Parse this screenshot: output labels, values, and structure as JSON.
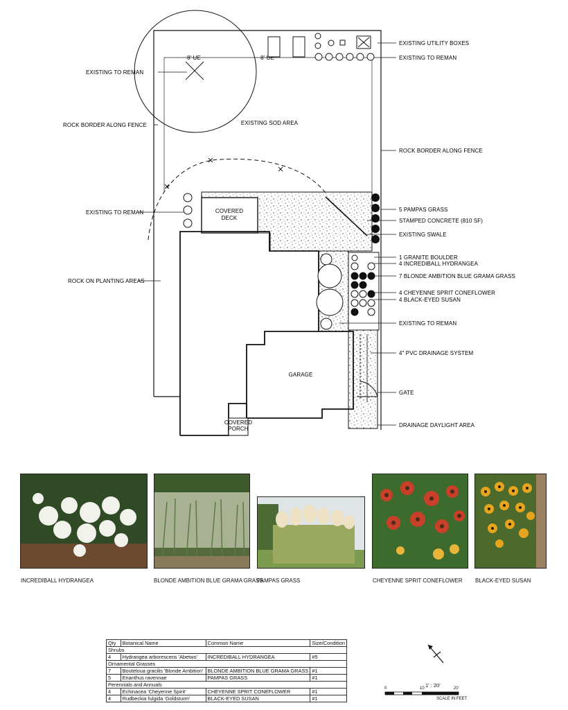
{
  "plan": {
    "labels_right": [
      "EXISTING UTILITY BOXES",
      "EXISTING TO REMAN",
      "ROCK BORDER ALONG FENCE",
      "5 PAMPAS GRASS",
      "STAMPED CONCRETE (810 SF)",
      "EXISTING SWALE",
      "1 GRANITE BOULDER",
      "4 INCREDIBALL HYDRANGEA",
      "7 BLONDE AMBITION BLUE GRAMA GRASS",
      "4 CHEYENNE SPRIT CONEFLOWER",
      "4 BLACK-EYED SUSAN",
      "EXISTING TO REMAN",
      "4\" PVC DRAINAGE SYSTEM",
      "GATE",
      "DRAINAGE DAYLIGHT AREA"
    ],
    "labels_left": [
      "EXISTING TO REMAN",
      "ROCK BORDER ALONG FENCE",
      "EXISTING TO REMAN",
      "ROCK ON PLANTING AREAS"
    ],
    "ue_left": "8' UE",
    "ue_right": "8' UE",
    "sod_area": "EXISTING SOD AREA",
    "deck": [
      "COVERED",
      "DECK"
    ],
    "garage": "GARAGE",
    "porch": [
      "COVERED",
      "PORCH"
    ]
  },
  "photos": [
    {
      "caption": "INCREDIBALL HYDRANGEA"
    },
    {
      "caption": "BLONDE AMBITION BLUE GRAMA GRASS"
    },
    {
      "caption": "PAMPAS GRASS"
    },
    {
      "caption": "CHEYENNE SPRIT CONEFLOWER"
    },
    {
      "caption": "BLACK-EYED SUSAN"
    }
  ],
  "plant_list": {
    "headers": [
      "Qty",
      "Botanical Name",
      "Common Name",
      "Size/Condition"
    ],
    "groups": [
      {
        "title": "Shrubs",
        "rows": [
          [
            "4",
            "Hydrangea arborescens 'Abetwo'",
            "INCREDIBALL HYDRANGEA",
            "#5"
          ]
        ]
      },
      {
        "title": "Ornamental Grasses",
        "rows": [
          [
            "7",
            "Bouteloua gracilis 'Blonde Ambition'",
            "BLONDE AMBITION BLUE GRAMA GRASS",
            "#1"
          ],
          [
            "5",
            "Erianthus ravennae",
            "PAMPAS GRASS",
            "#1"
          ]
        ]
      },
      {
        "title": "Perennials and Annuals",
        "rows": [
          [
            "4",
            "Echinacea 'Cheyenne Spirit'",
            "CHEYENNE SPRIT CONEFLOWER",
            "#1"
          ],
          [
            "4",
            "Rudbeckia fulgida 'Goldsturm'",
            "BLACK-EYED SUSAN",
            "#1"
          ]
        ]
      }
    ]
  },
  "scale": {
    "ratio": "1' : 20'",
    "zero": "0",
    "ten": "10",
    "twenty": "20",
    "units": "SCALE IN FEET"
  }
}
